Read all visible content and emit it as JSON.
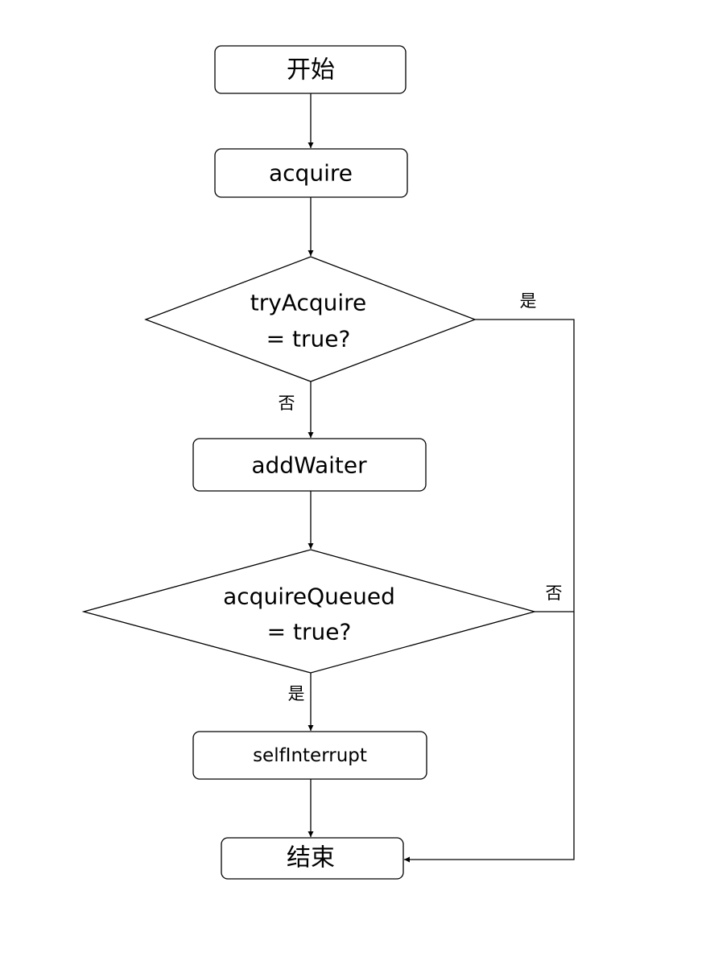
{
  "nodes": {
    "start": "开始",
    "acquire": "acquire",
    "try_acquire": [
      "tryAcquire",
      "= true?"
    ],
    "add_waiter": "addWaiter",
    "acquire_queued": [
      "acquireQueued",
      "= true?"
    ],
    "self_interrupt": "selfInterrupt",
    "end": "结束"
  },
  "edges": {
    "try_acquire_yes": "是",
    "try_acquire_no": "否",
    "acquire_queued_yes": "是",
    "acquire_queued_no": "否"
  }
}
